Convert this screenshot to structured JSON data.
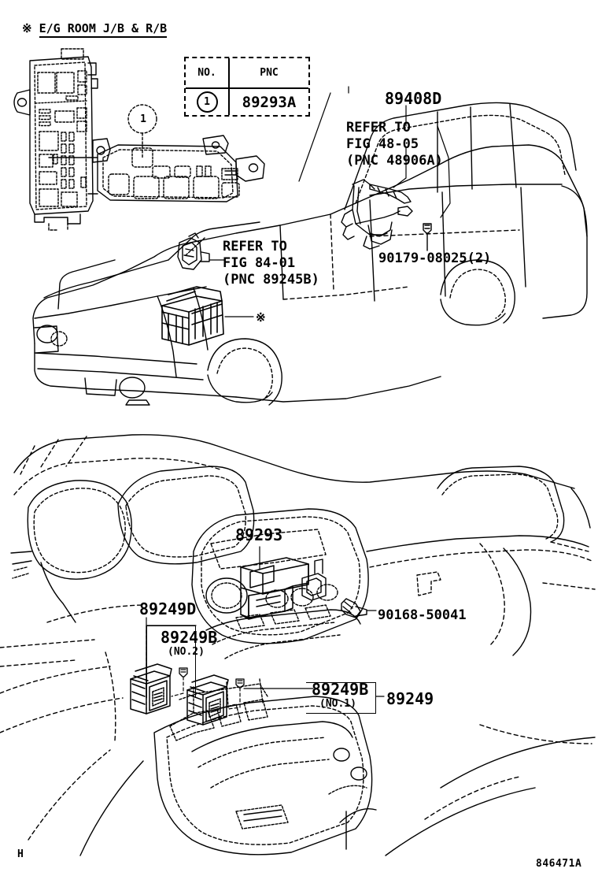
{
  "page": {
    "sheet_code": "846471A",
    "revision_letter": "H",
    "section_header": "E/G ROOM J/B & R/B",
    "header_mark": "※"
  },
  "pnc_table": {
    "headers": {
      "no": "NO.",
      "pnc": "PNC"
    },
    "rows": [
      {
        "no": "1",
        "pnc": "89293A"
      }
    ]
  },
  "top_panel": {
    "callout_balloon": "1",
    "labels": [
      {
        "id": "89408D",
        "text": "89408D"
      },
      {
        "id": "refer-4805",
        "line1": "REFER TO",
        "line2": "FIG 48-05",
        "line3": "(PNC 48906A)"
      },
      {
        "id": "90179",
        "text": "90179-08025(2)"
      },
      {
        "id": "refer-8401",
        "line1": "REFER TO",
        "line2": "FIG 84-01",
        "line3": "(PNC 89245B)"
      },
      {
        "id": "asterisk-ref",
        "text": "※"
      }
    ]
  },
  "bottom_panel": {
    "labels": [
      {
        "id": "89293",
        "text": "89293"
      },
      {
        "id": "89249D",
        "text": "89249D"
      },
      {
        "id": "89249B-no2",
        "text": "89249B",
        "sub": "(NO.2)"
      },
      {
        "id": "89249B-no1",
        "text": "89249B",
        "sub": "(NO.1)"
      },
      {
        "id": "89249",
        "text": "89249"
      },
      {
        "id": "90168",
        "text": "90168-50041"
      }
    ]
  }
}
